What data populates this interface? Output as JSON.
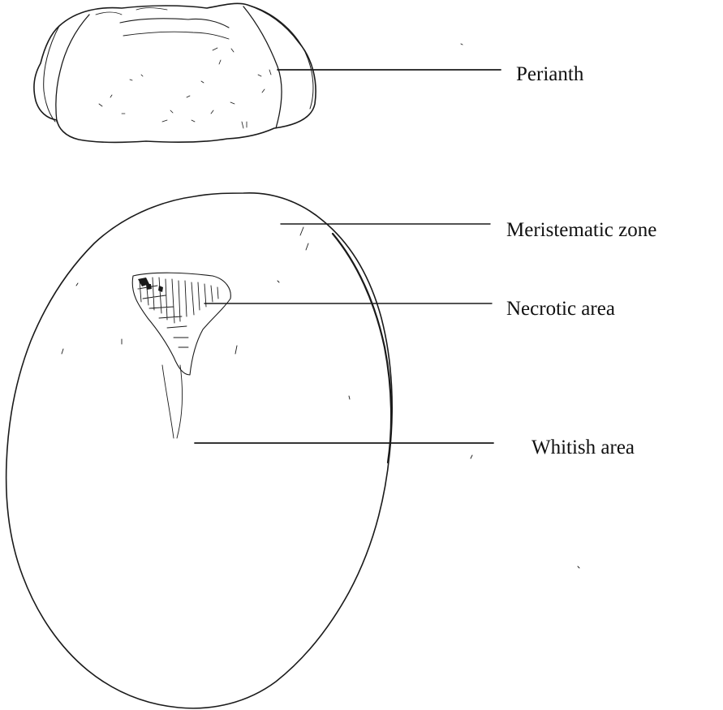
{
  "labels": {
    "perianth": "Perianth",
    "meristematic_zone": "Meristematic zone",
    "necrotic_area": "Necrotic area",
    "whitish_area": "Whitish area"
  },
  "colors": {
    "ink": "#1a1a1a",
    "background": "#ffffff"
  }
}
